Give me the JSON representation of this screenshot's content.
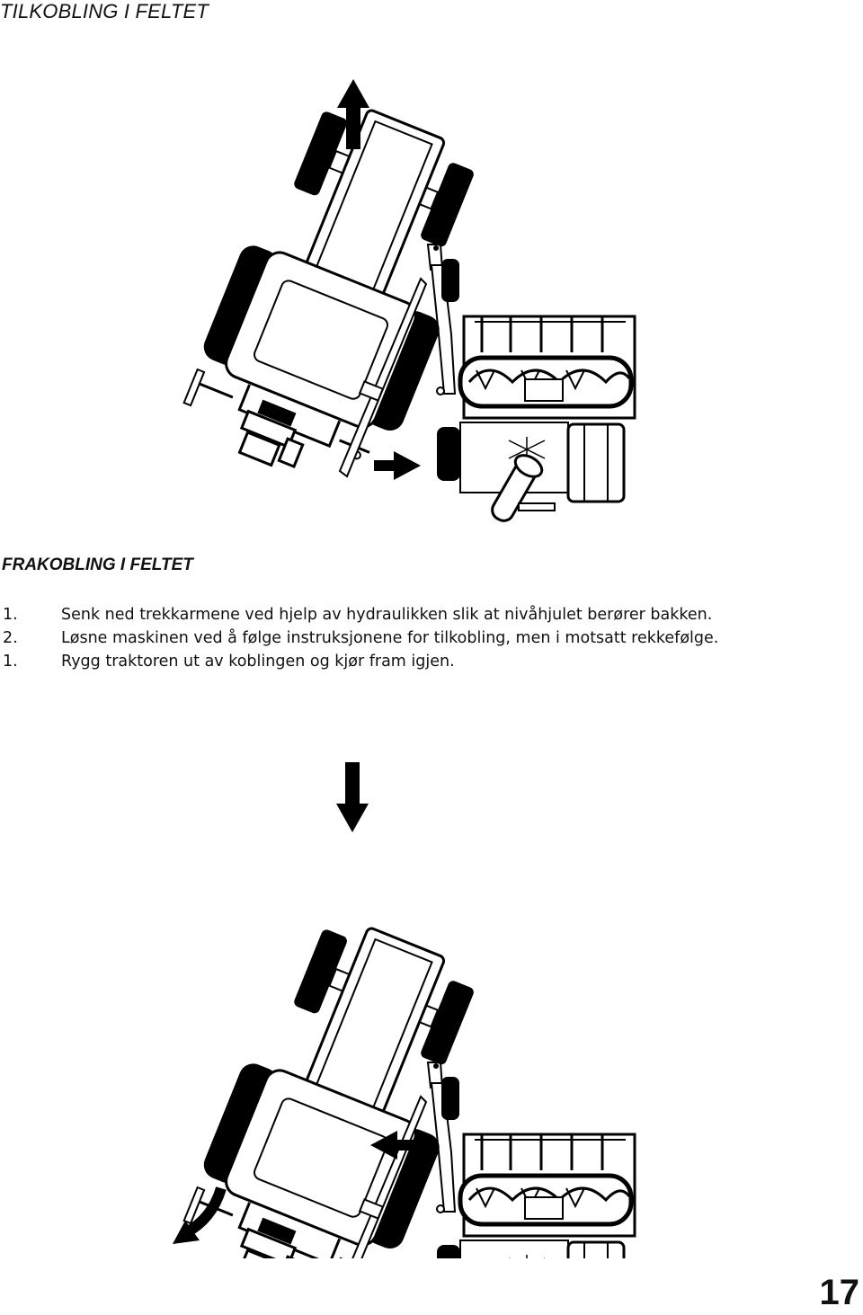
{
  "header": {
    "title": "TILKOBLING I FELTET"
  },
  "section": {
    "title": "FRAKOBLING I FELTET"
  },
  "steps": [
    {
      "num": "1.",
      "text": "Senk ned trekkarmene ved hjelp av hydraulikken slik at nivåhjulet berører bakken."
    },
    {
      "num": "2.",
      "text": "Løsne maskinen ved å følge instruksjonene for tilkobling, men i motsatt rekkefølge."
    },
    {
      "num": "1.",
      "text": "Rygg traktoren ut av koblingen og kjør fram igjen."
    }
  ],
  "footer": {
    "page_number": "17"
  },
  "figures": {
    "hitching": {
      "tractor_arrow": "arrow-up-icon",
      "machine_arrow": "arrow-right-icon"
    },
    "unhitching": {
      "tractor_arrow": "arrow-down-icon",
      "machine_arrow": "arrow-left-icon",
      "exit_arrow": "curved-arrow-icon"
    }
  }
}
